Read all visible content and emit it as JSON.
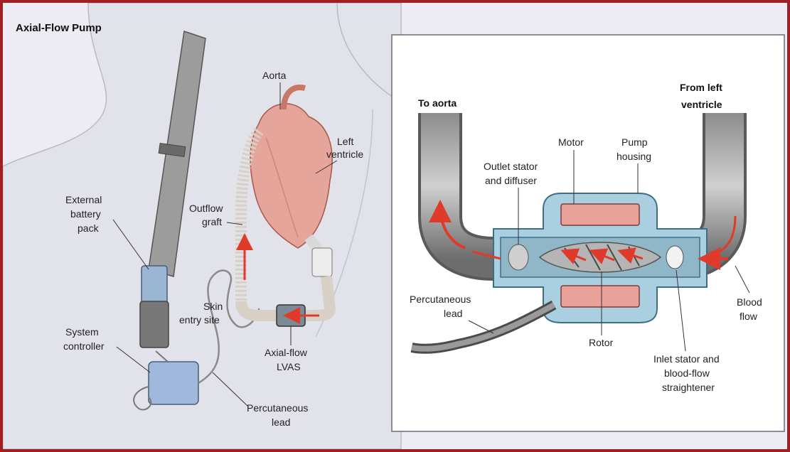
{
  "title": "Axial-Flow Pump",
  "colors": {
    "frame": "#a01e24",
    "flow_arrow": "#e03a2a",
    "motor": "#e8a29a",
    "housing": "#a9cfe0"
  },
  "left_panel": {
    "labels": {
      "aorta": "Aorta",
      "left_ventricle": [
        "Left",
        "ventricle"
      ],
      "outflow_graft": [
        "Outflow",
        "graft"
      ],
      "external_battery_pack": [
        "External",
        "battery",
        "pack"
      ],
      "skin_entry_site": [
        "Skin",
        "entry site"
      ],
      "system_controller": [
        "System",
        "controller"
      ],
      "axial_flow_lvas": [
        "Axial-flow",
        "LVAS"
      ],
      "percutaneous_lead": [
        "Percutaneous",
        "lead"
      ]
    }
  },
  "detail_panel": {
    "labels": {
      "to_aorta": "To aorta",
      "from_left_ventricle": [
        "From left",
        "ventricle"
      ],
      "motor": "Motor",
      "pump_housing": [
        "Pump",
        "housing"
      ],
      "outlet_stator": [
        "Outlet stator",
        "and diffuser"
      ],
      "percutaneous_lead": [
        "Percutaneous",
        "lead"
      ],
      "rotor": "Rotor",
      "inlet_stator": [
        "Inlet stator and",
        "blood-flow",
        "straightener"
      ],
      "blood_flow": [
        "Blood",
        "flow"
      ]
    }
  }
}
